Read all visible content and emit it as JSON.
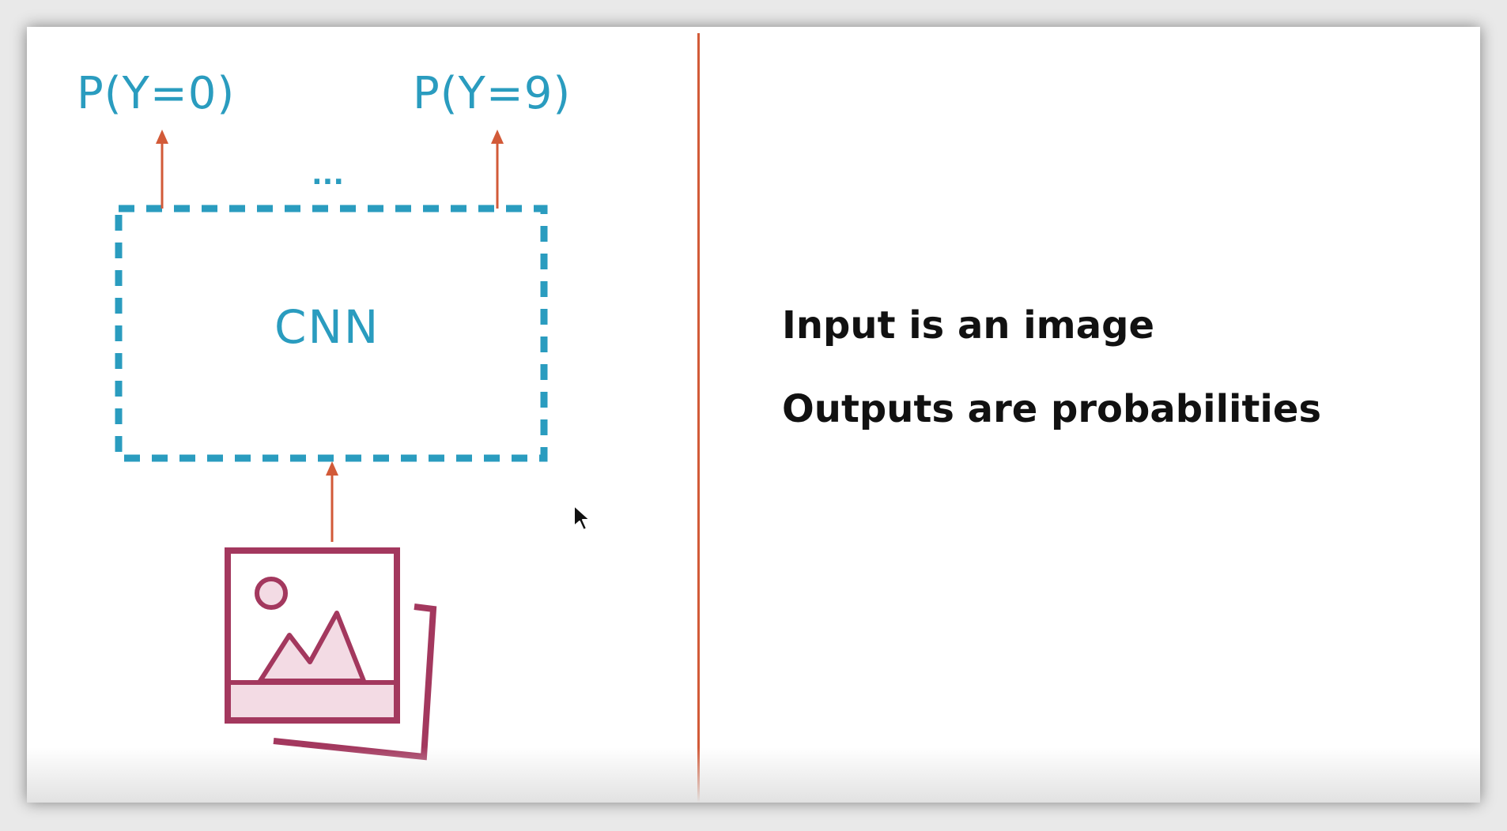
{
  "diagram": {
    "output_labels": [
      "P(Y=0)",
      "P(Y=9)"
    ],
    "ellipsis": "...",
    "model_label": "CNN"
  },
  "notes": {
    "items": [
      "Input is an image",
      "Outputs are probabilities"
    ]
  },
  "colors": {
    "teal": "#2a9cbf",
    "arrow": "#d25a38",
    "image_icon": "#a3385e",
    "image_fill": "#f3dbe4"
  },
  "icons": [
    "image-stack-icon",
    "mouse-cursor-icon"
  ]
}
